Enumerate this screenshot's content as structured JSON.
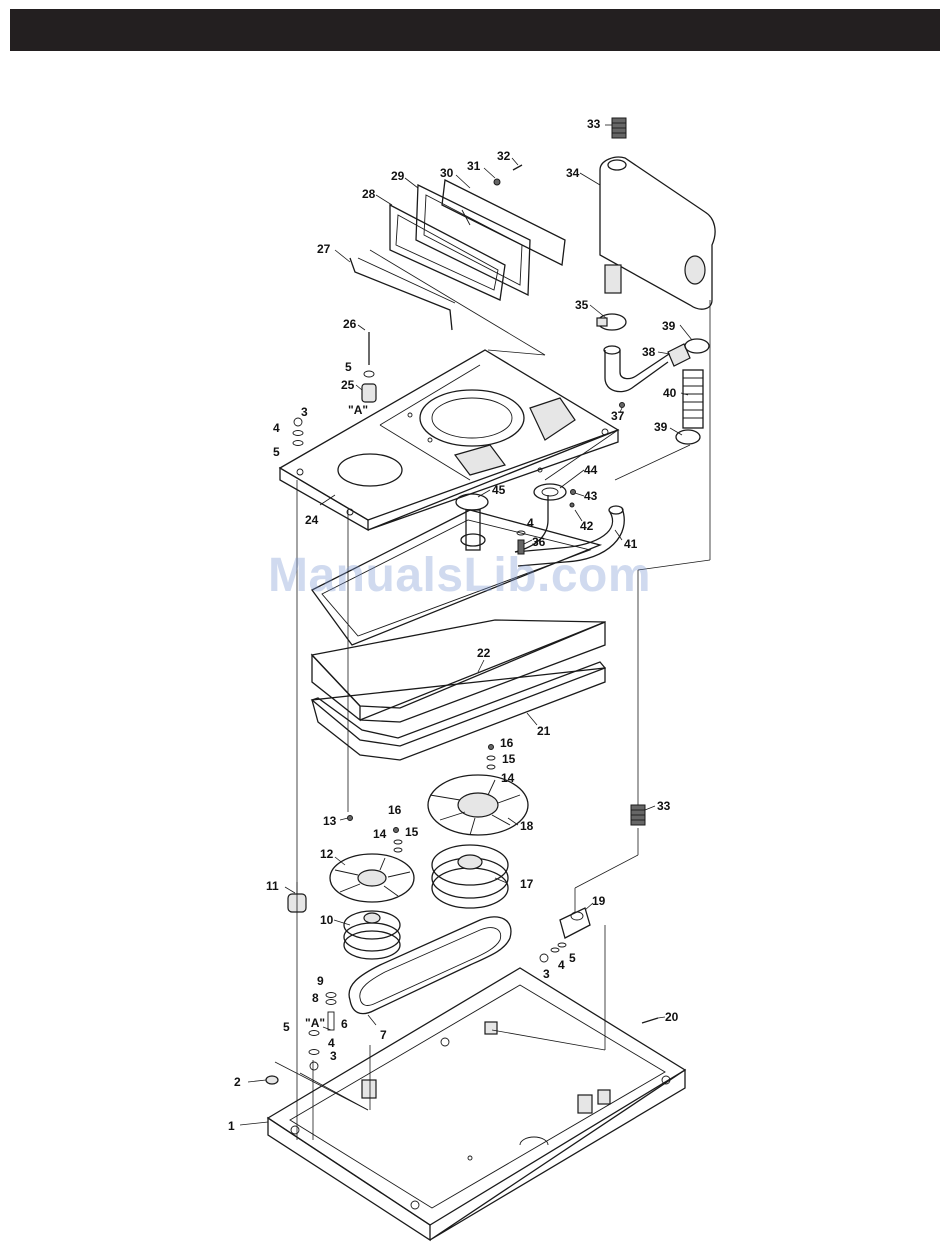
{
  "header": {
    "bar_color": "#231f20"
  },
  "watermark": {
    "text": "ManualsLib.com",
    "color": "#7896d2"
  },
  "callouts": [
    "1",
    "2",
    "3",
    "3",
    "3",
    "4",
    "4",
    "4",
    "4",
    "5",
    "5",
    "5",
    "5",
    "5",
    "6",
    "7",
    "8",
    "9",
    "10",
    "11",
    "12",
    "13",
    "14",
    "14",
    "15",
    "15",
    "16",
    "16",
    "17",
    "18",
    "19",
    "20",
    "21",
    "22",
    "24",
    "25",
    "26",
    "27",
    "28",
    "29",
    "30",
    "31",
    "32",
    "33",
    "33",
    "34",
    "35",
    "36",
    "37",
    "38",
    "39",
    "39",
    "40",
    "41",
    "42",
    "43",
    "44",
    "45",
    "\"A\"",
    "\"A\""
  ]
}
